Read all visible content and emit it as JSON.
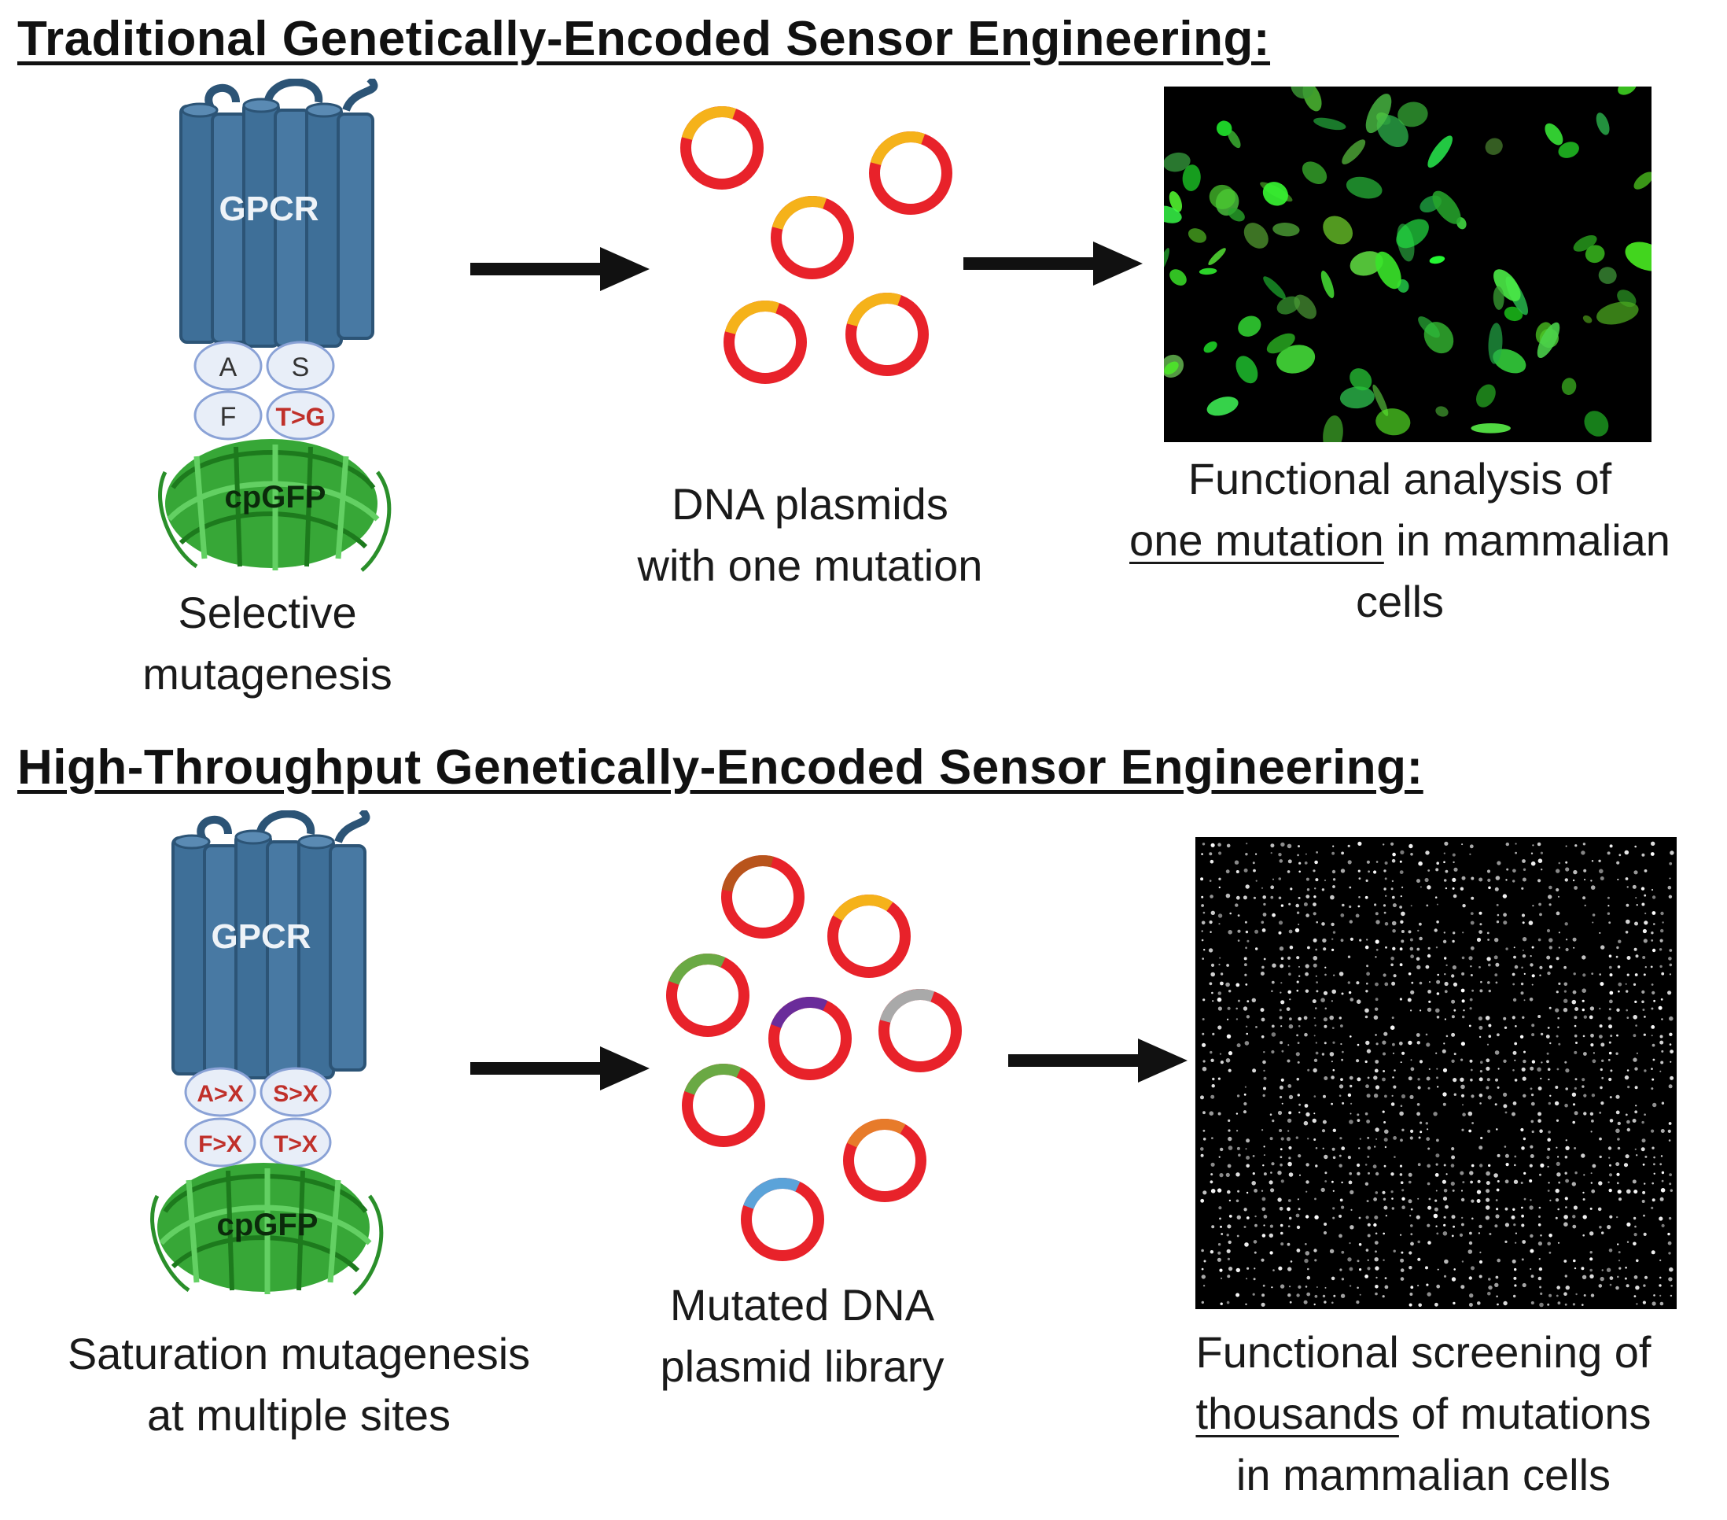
{
  "traditional": {
    "heading": "Traditional Genetically-Encoded Sensor Engineering:",
    "sensor": {
      "receptor": "GPCR",
      "sites": [
        "A",
        "S",
        "F",
        "T>G"
      ],
      "reporter": "cpGFP",
      "caption": [
        "Selective",
        "mutagenesis"
      ]
    },
    "plasmids": {
      "caption": [
        "DNA plasmids",
        "with one mutation"
      ]
    },
    "result": {
      "caption_line1": "Functional analysis of",
      "caption_line2_underlined": "one mutation",
      "caption_line2_rest": " in mammalian",
      "caption_line3": "cells"
    }
  },
  "high_throughput": {
    "heading": "High-Throughput Genetically-Encoded Sensor Engineering:",
    "sensor": {
      "receptor": "GPCR",
      "sites": [
        "A>X",
        "S>X",
        "F>X",
        "T>X"
      ],
      "reporter": "cpGFP",
      "caption": [
        "Saturation mutagenesis",
        "at multiple sites"
      ]
    },
    "plasmids": {
      "caption": [
        "Mutated DNA",
        "plasmid library"
      ]
    },
    "result": {
      "caption_line1": "Functional screening of",
      "caption_line2_underlined": "thousands",
      "caption_line2_rest": " of mutations",
      "caption_line3": "in mammalian cells"
    }
  },
  "colors": {
    "gpcr": "#3e6f98",
    "gpcr_dark": "#2c5476",
    "plasmid_backbone": "#e8222a",
    "insert_yellow": "#f5b21a",
    "insert_brown": "#b8541c",
    "insert_green": "#6aa944",
    "insert_purple": "#6a2c9a",
    "insert_gray": "#a9a9a9",
    "insert_orange": "#e77b2a",
    "insert_blue": "#5ba3d9",
    "mutation_text": "#c0302a",
    "gfp_green": "#2eb82e",
    "cell_green": "#49e24a"
  }
}
